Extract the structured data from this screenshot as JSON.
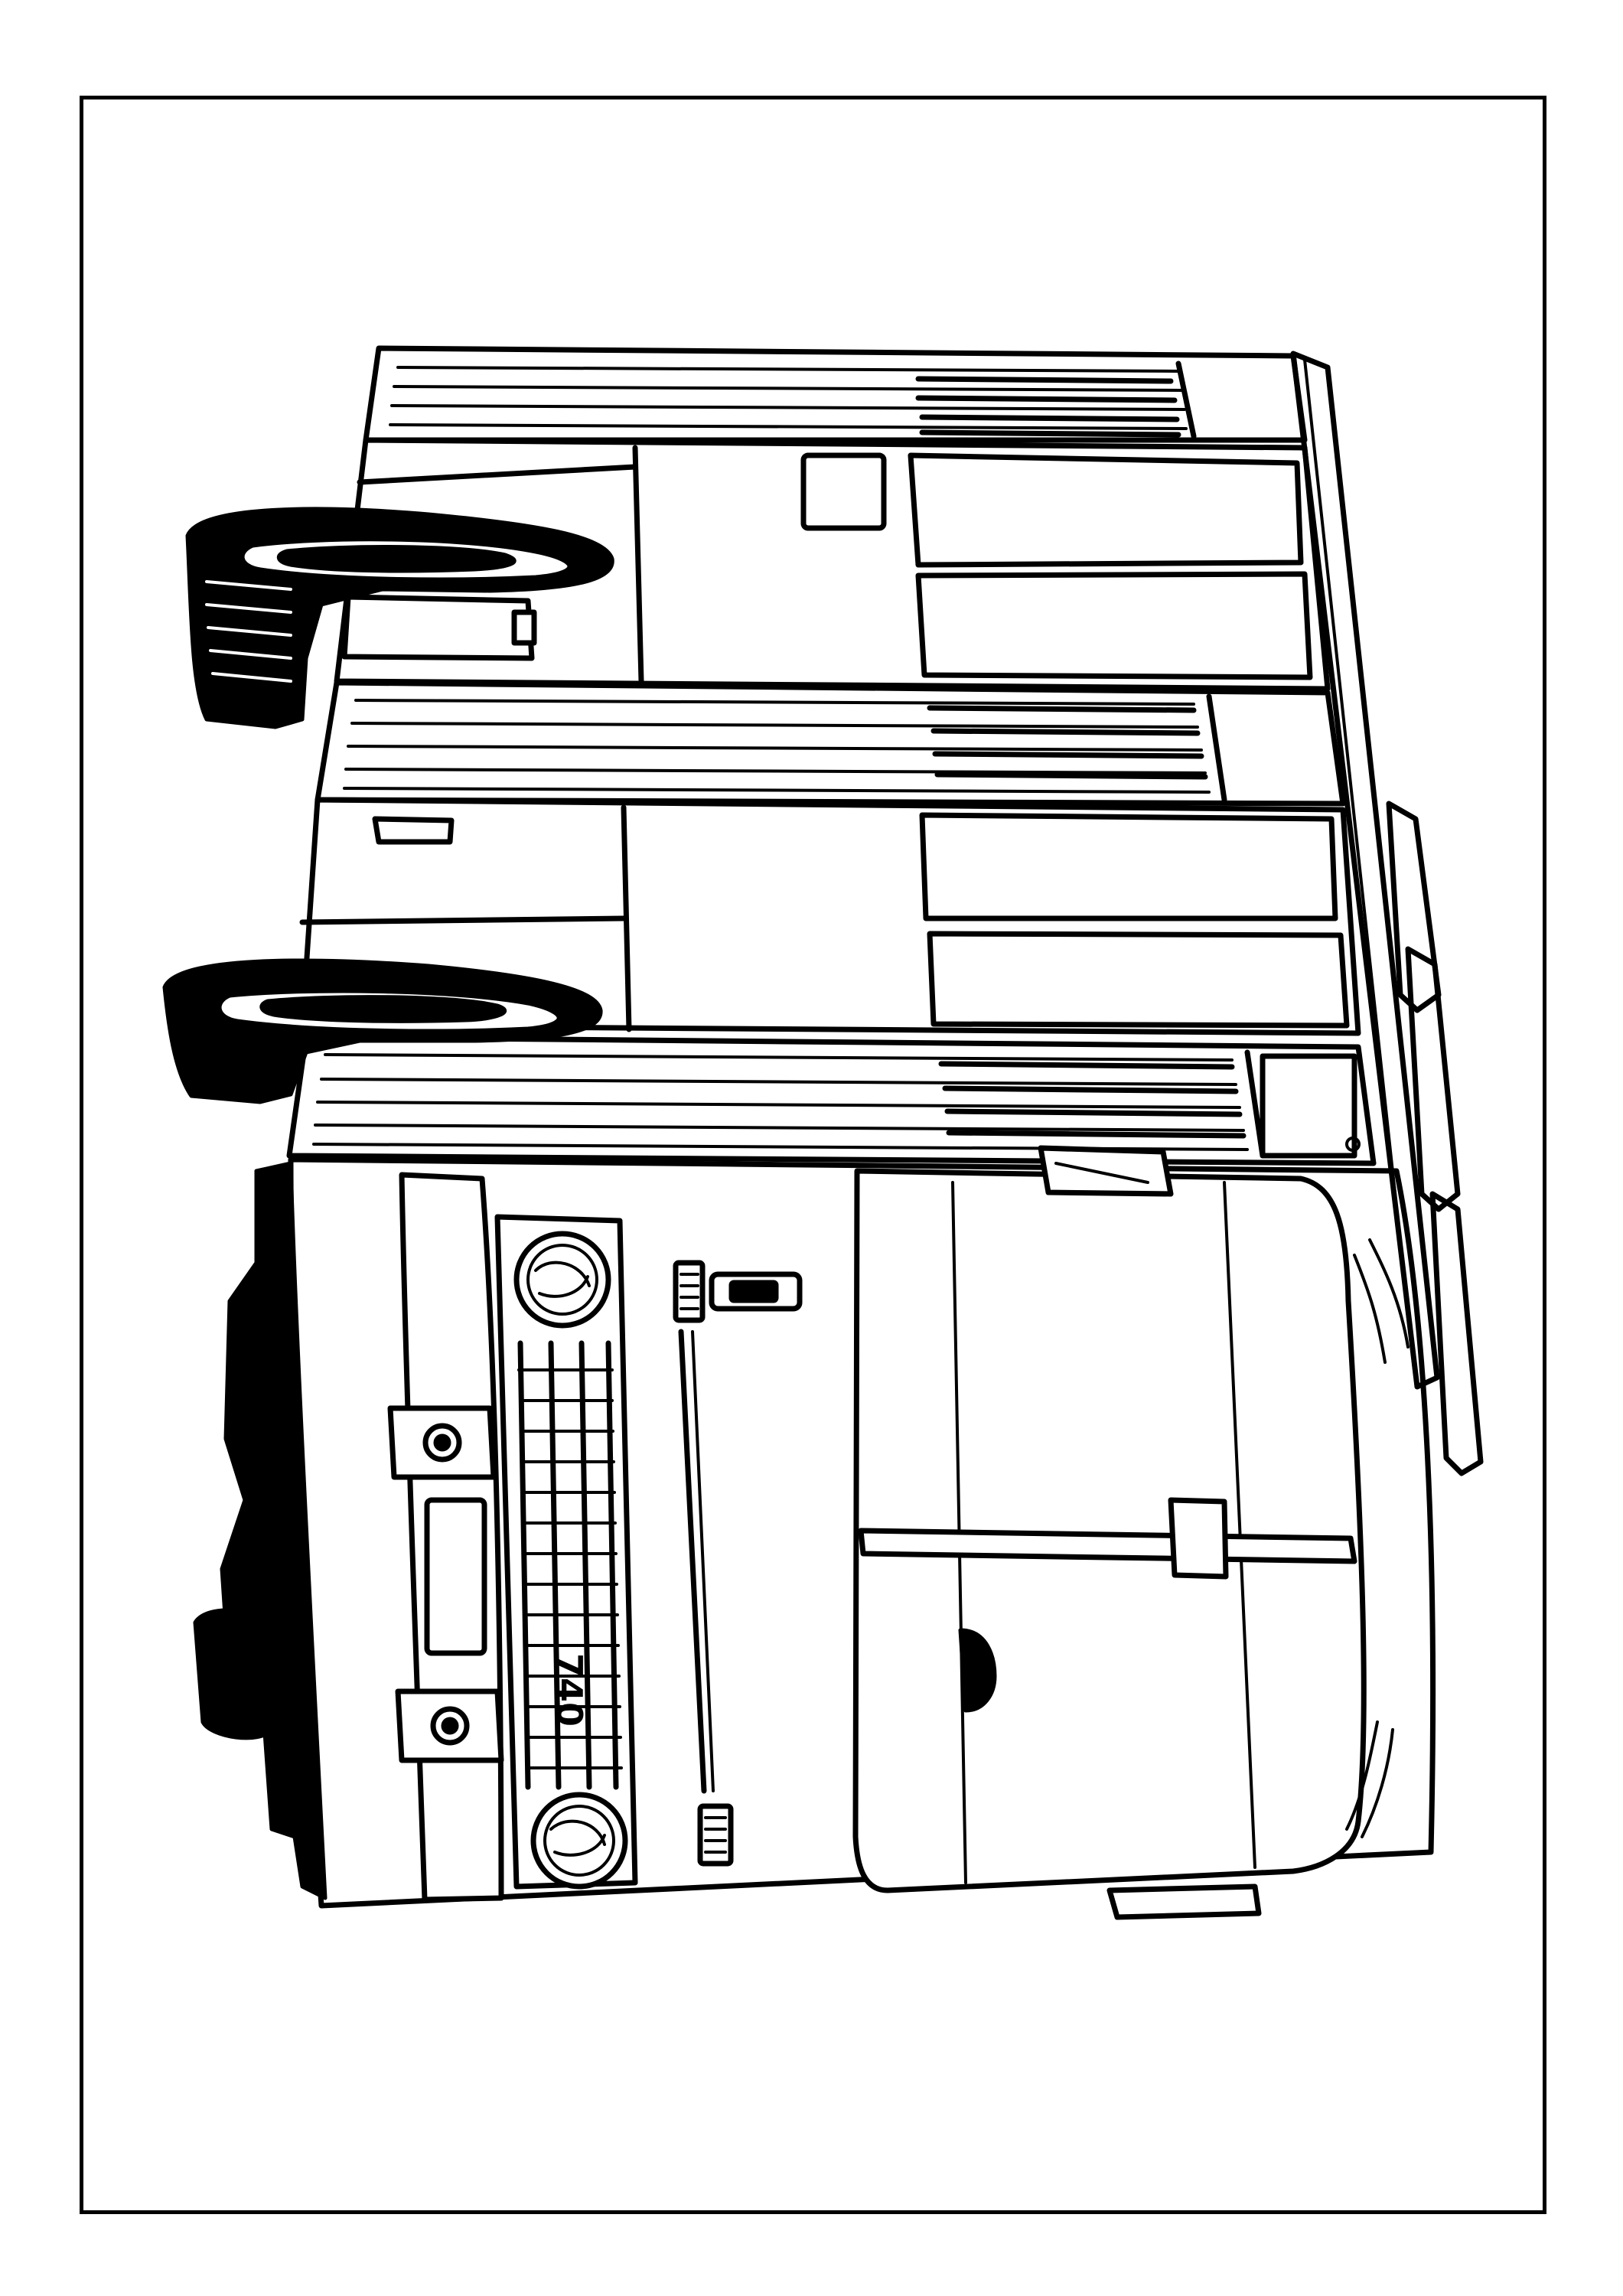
{
  "page": {
    "kind": "coloring-page",
    "subject": "bus-front-three-quarter-rotated",
    "grille_label": "740",
    "colors": {
      "ink": "#000000",
      "paper": "#ffffff"
    }
  }
}
